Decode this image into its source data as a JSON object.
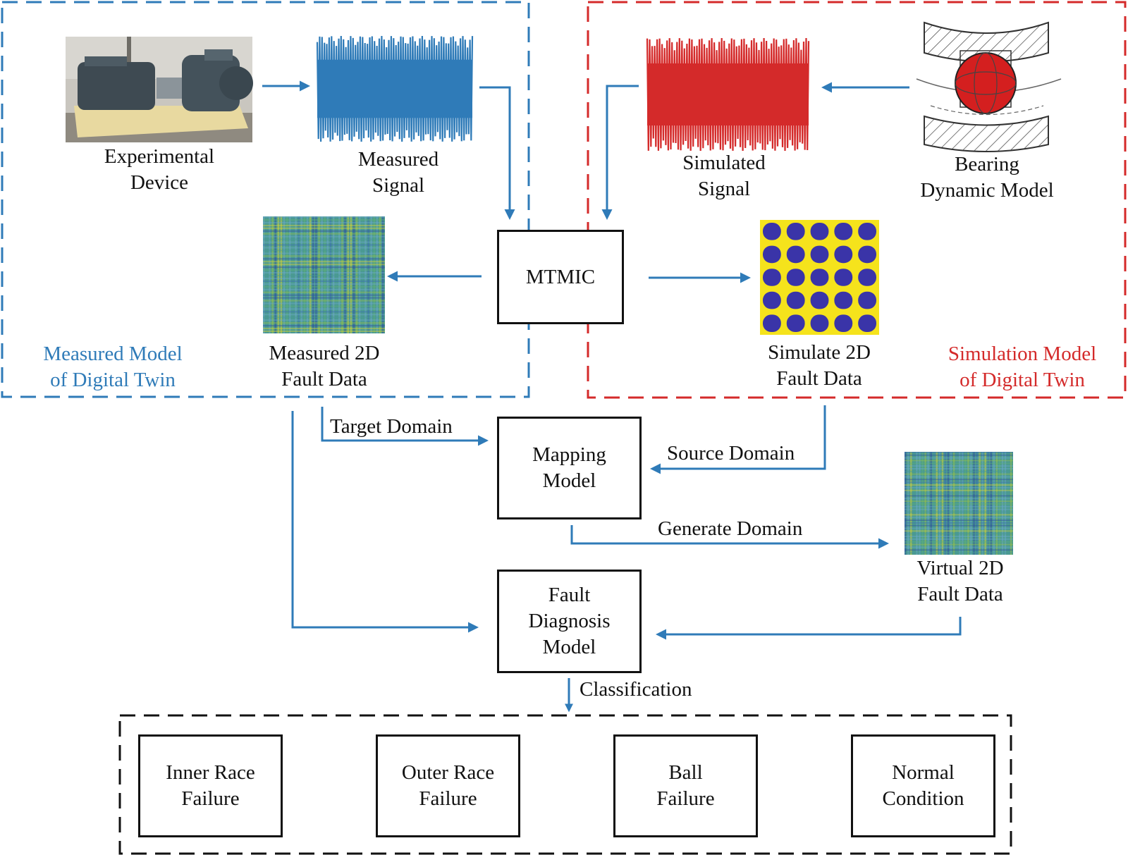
{
  "colors": {
    "blue": "#2f7bb8",
    "red": "#d42a2a",
    "black": "#111111",
    "yellow": "#f5e31c",
    "navy": "#3a34a8"
  },
  "measured_panel": {
    "title_lines": [
      "Measured Model",
      "of Digital Twin"
    ],
    "device_lines": [
      "Experimental",
      "Device"
    ],
    "signal_lines": [
      "Measured",
      "Signal"
    ],
    "fault_data_lines": [
      "Measured 2D",
      "Fault Data"
    ]
  },
  "simulation_panel": {
    "title_lines": [
      "Simulation Model",
      "of Digital Twin"
    ],
    "signal_lines": [
      "Simulated",
      "Signal"
    ],
    "model_lines": [
      "Bearing",
      "Dynamic Model"
    ],
    "fault_data_lines": [
      "Simulate 2D",
      "Fault Data"
    ]
  },
  "mtmic_box": {
    "label": "MTMIC"
  },
  "mapping_box": {
    "lines": [
      "Mapping",
      "Model"
    ]
  },
  "diagnosis_box": {
    "lines": [
      "Fault",
      "Diagnosis",
      "Model"
    ]
  },
  "virtual_data": {
    "lines": [
      "Virtual 2D",
      "Fault Data"
    ]
  },
  "flow_labels": {
    "target": "Target Domain",
    "source": "Source Domain",
    "generate": "Generate Domain",
    "classification": "Classification"
  },
  "classes": [
    {
      "lines": [
        "Inner Race",
        "Failure"
      ]
    },
    {
      "lines": [
        "Outer Race",
        "Failure"
      ]
    },
    {
      "lines": [
        "Ball",
        "Failure"
      ]
    },
    {
      "lines": [
        "Normal",
        "Condition"
      ]
    }
  ]
}
